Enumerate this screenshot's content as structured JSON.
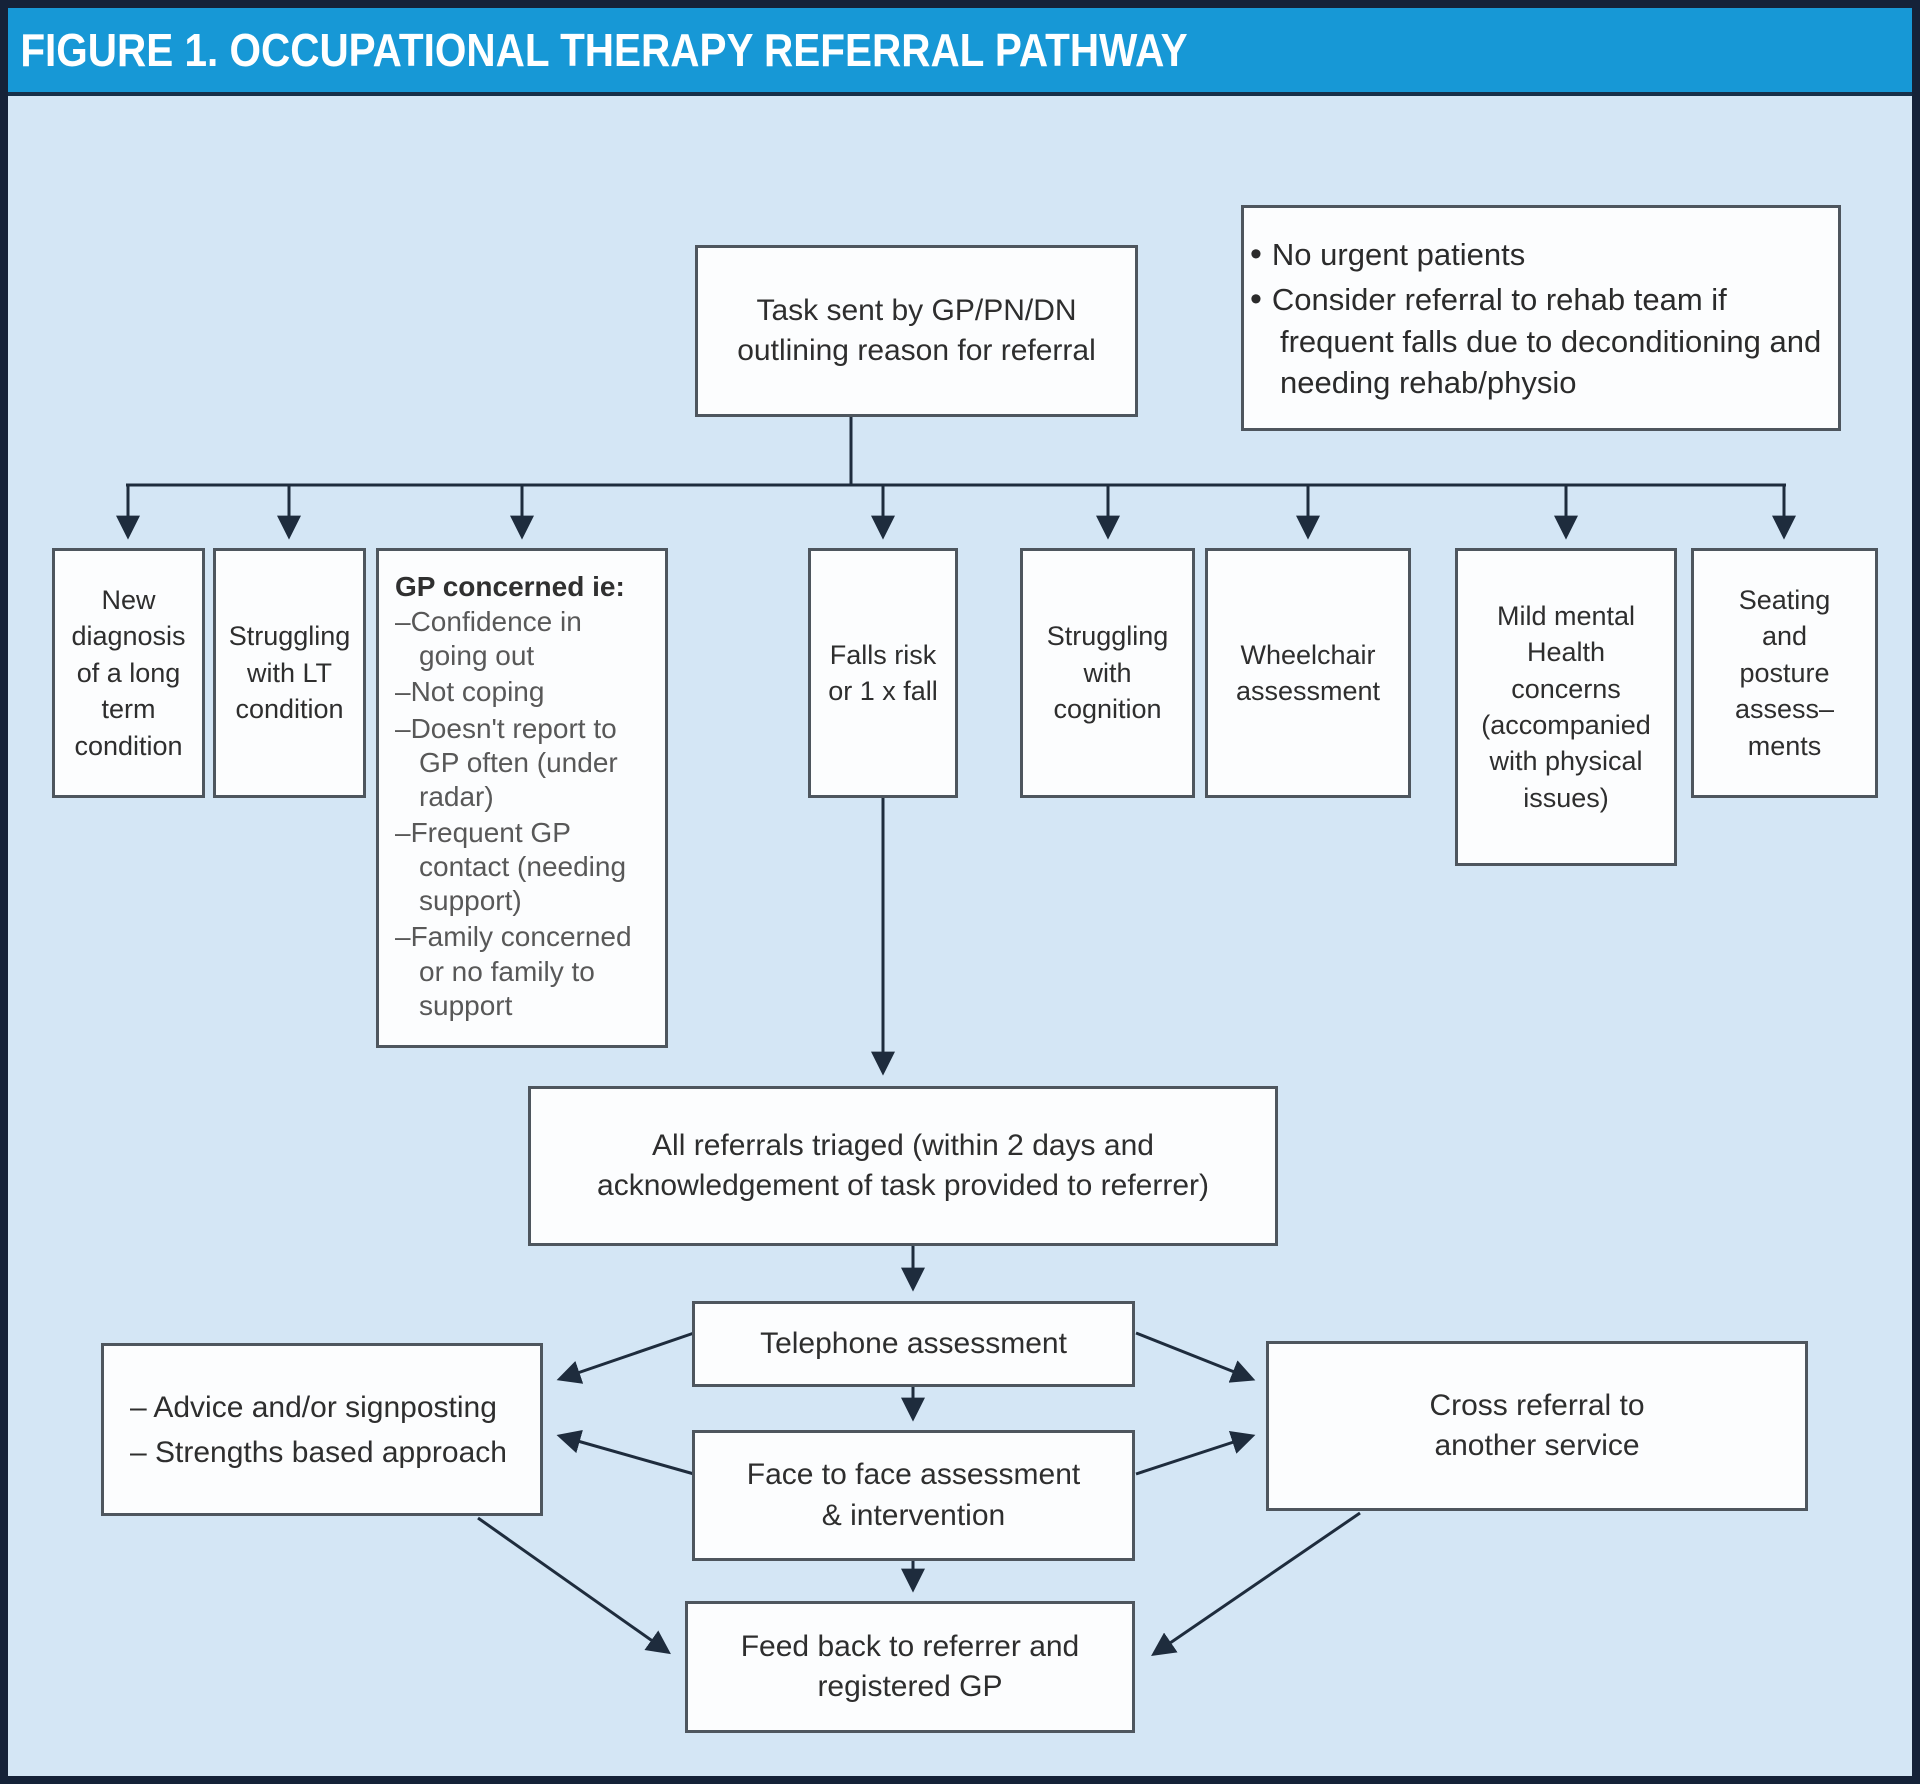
{
  "header": {
    "title": "FIGURE 1. OCCUPATIONAL THERAPY REFERRAL PATHWAY"
  },
  "colors": {
    "header_bg": "#1798d6",
    "background": "#d4e6f5",
    "frame_border": "#152238",
    "box_border": "#4e565e",
    "connector": "#1e2c3d"
  },
  "top": {
    "task_box": "Task sent by GP/PN/DN\noutlining reason for referral",
    "note_box": {
      "items": [
        "No urgent patients",
        "Consider referral to rehab team if frequent falls due to deconditioning and needing rehab/physio"
      ]
    }
  },
  "referral_reasons": {
    "new_diagnosis": "New\ndiagnosis\nof a long\nterm\ncondition",
    "struggling_lt": "Struggling\nwith LT\ncondition",
    "gp_concerned": {
      "title": "GP concerned ie:",
      "items": [
        "–Confidence in going out",
        "–Not coping",
        "–Doesn't report to GP often (under radar)",
        "–Frequent GP contact (needing support)",
        "–Family concerned or no family to support"
      ]
    },
    "falls_risk": "Falls risk\nor 1 x fall",
    "struggling_cognition": "Struggling\nwith\ncognition",
    "wheelchair": "Wheelchair\nassessment",
    "mild_mental_health": "Mild mental\nHealth\nconcerns\n(accompanied\nwith physical\nissues)",
    "seating_posture": "Seating\nand\nposture\nassess–\nments"
  },
  "process": {
    "triage": "All referrals triaged (within 2 days and\nacknowledgement of task provided to referrer)",
    "telephone": "Telephone assessment",
    "face_to_face": "Face to face assessment\n& intervention",
    "feedback": "Feed back to referrer and\nregistered GP"
  },
  "outcomes": {
    "advice": {
      "items": [
        "– Advice and/or signposting",
        "– Strengths based approach"
      ]
    },
    "cross_referral": "Cross referral to\nanother service"
  }
}
